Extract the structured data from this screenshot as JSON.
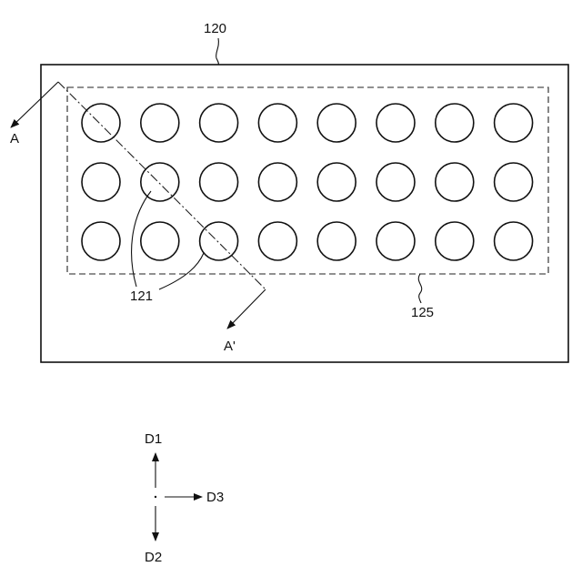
{
  "figure": {
    "labels": {
      "substrate": "120",
      "hole": "121",
      "region": "125",
      "section_start": "A",
      "section_end": "A'",
      "dir_up": "D1",
      "dir_down": "D2",
      "dir_right": "D3"
    },
    "hole_array": {
      "rows": 3,
      "columns": 8
    },
    "colors": {
      "line": "#111111",
      "background": "#ffffff"
    }
  }
}
